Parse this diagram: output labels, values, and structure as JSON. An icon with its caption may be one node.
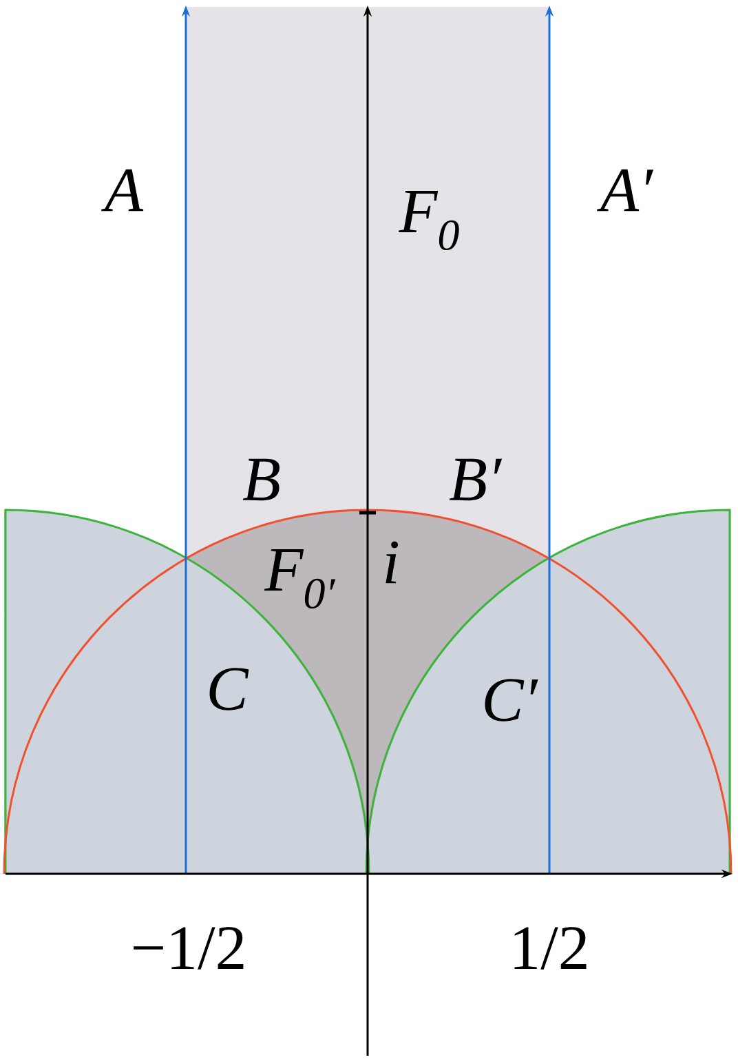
{
  "diagram": {
    "labels": [
      "A",
      "A′",
      "F$_{0}$",
      "B",
      "B′",
      "F$_{0′}$",
      "i",
      "C",
      "C′",
      "−1/2",
      "1/2"
    ]
  }
}
